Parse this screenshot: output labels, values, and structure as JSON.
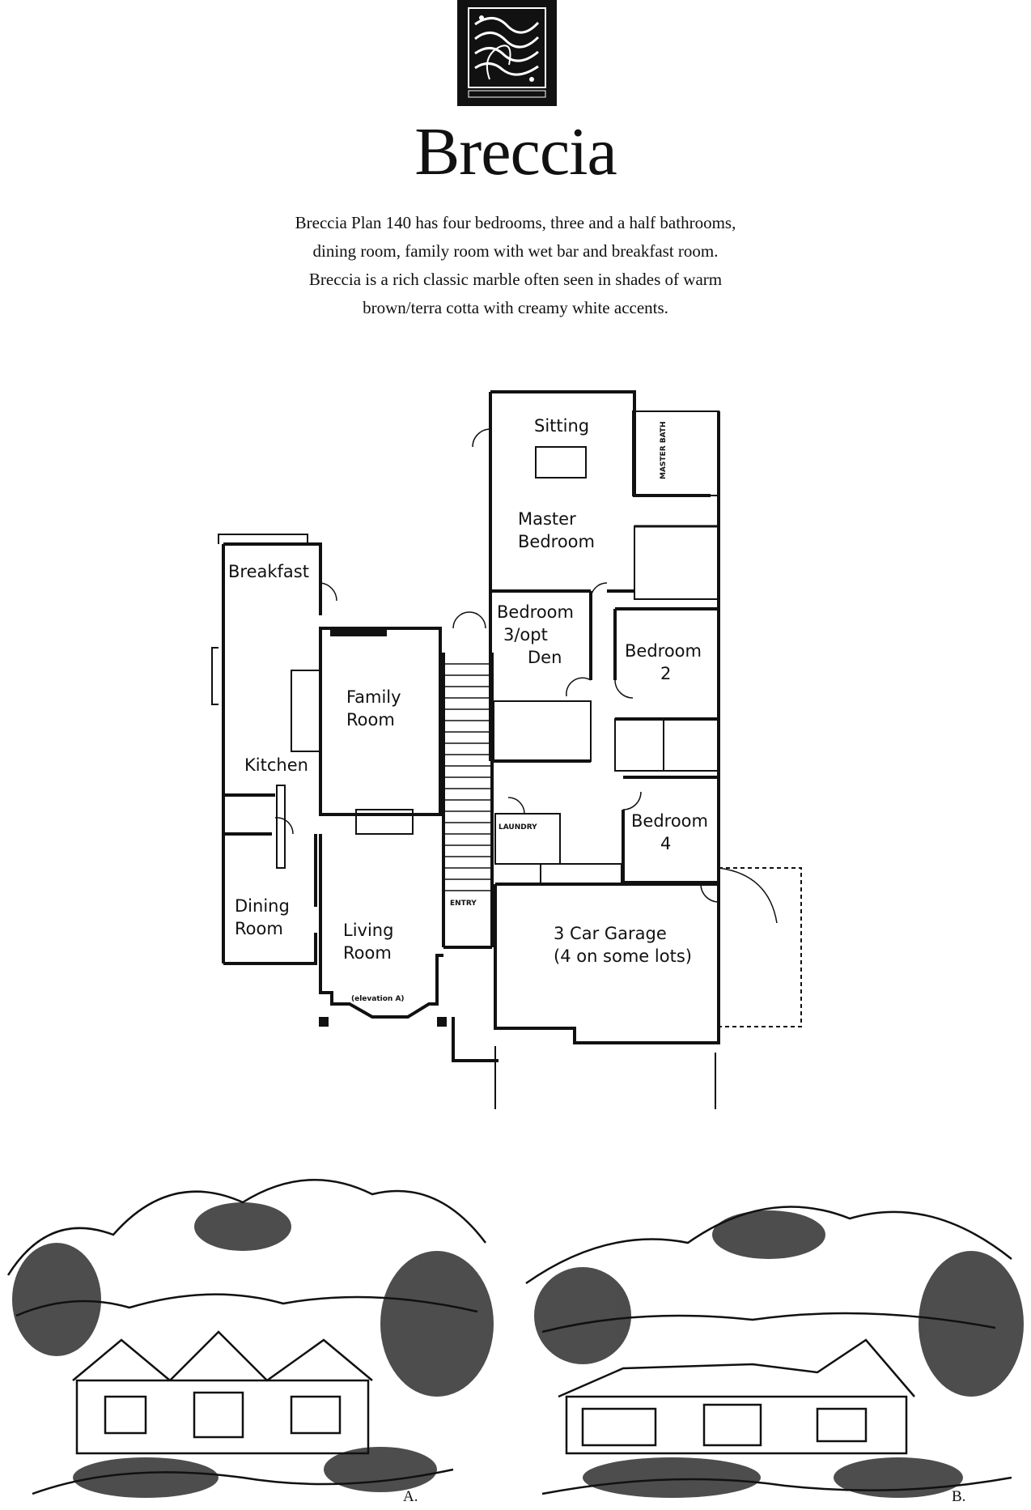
{
  "logo": {
    "icon": "marble-swirl-logo-icon"
  },
  "title": "Breccia",
  "description": [
    "Breccia Plan 140 has four bedrooms, three and a half bathrooms,",
    "dining room, family room with wet bar and breakfast room.",
    "Breccia is a rich classic marble often seen in shades of warm",
    "brown/terra cotta with creamy white accents."
  ],
  "floor_plan": {
    "rooms": {
      "sitting": "Sitting",
      "master_bedroom_1": "Master",
      "master_bedroom_2": "Bedroom",
      "master_bath": "MASTER BATH",
      "breakfast": "Breakfast",
      "bedroom3_1": "Bedroom",
      "bedroom3_2": "3/opt",
      "bedroom3_3": "Den",
      "bedroom2_1": "Bedroom",
      "bedroom2_2": "2",
      "family_1": "Family",
      "family_2": "Room",
      "kitchen": "Kitchen",
      "laundry": "LAUNDRY",
      "bedroom4_1": "Bedroom",
      "bedroom4_2": "4",
      "dining_1": "Dining",
      "dining_2": "Room",
      "entry": "ENTRY",
      "garage_1": "3 Car Garage",
      "garage_2": "(4 on some lots)",
      "living_1": "Living",
      "living_2": "Room",
      "elevation_note": "(elevation A)"
    }
  },
  "elevations": [
    {
      "label": "A.",
      "icon": "house-elevation-a-sketch-icon"
    },
    {
      "label": "B.",
      "icon": "house-elevation-b-sketch-icon"
    }
  ]
}
